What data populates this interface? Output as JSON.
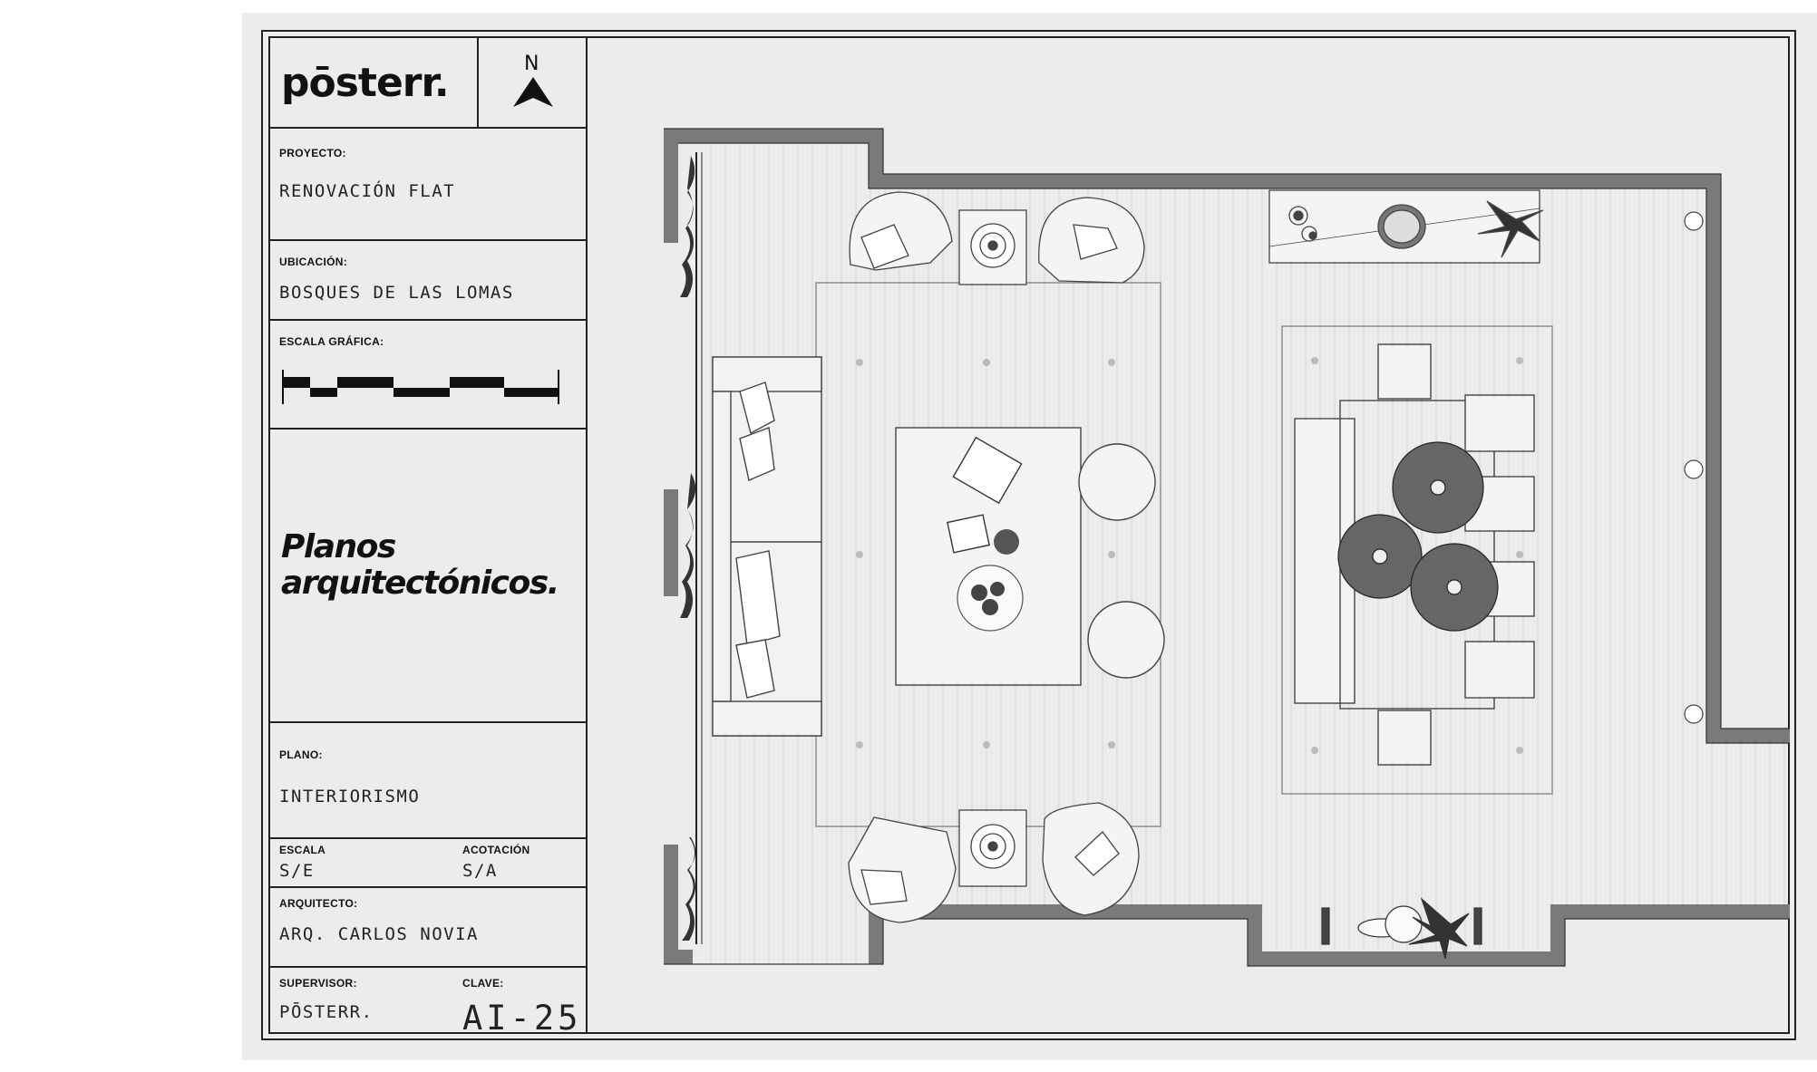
{
  "title_block": {
    "logo": "pōsterr.",
    "north_label": "N",
    "proyecto_label": "PROYECTO:",
    "proyecto_value": "RENOVACIÓN FLAT",
    "ubicacion_label": "UBICACIÓN:",
    "ubicacion_value": "BOSQUES DE LAS LOMAS",
    "escala_grafica_label": "ESCALA GRÁFICA:",
    "title_line1": "Planos",
    "title_line2": "arquitectónicos.",
    "plano_label": "PLANO:",
    "plano_value": "INTERIORISMO",
    "escala_label": "ESCALA",
    "escala_value": "S/E",
    "acotacion_label": "ACOTACIÓN",
    "acotacion_value": "S/A",
    "arquitecto_label": "ARQUITECTO:",
    "arquitecto_value": "ARQ. CARLOS NOVIA",
    "supervisor_label": "SUPERVISOR:",
    "supervisor_value": "PŌSTERR.",
    "clave_label": "CLAVE:",
    "clave_value": "AI-25"
  },
  "colors": {
    "sheet": "#ececec",
    "wall": "#7a7a7a",
    "line": "#444444",
    "dark_furniture": "#555555"
  }
}
